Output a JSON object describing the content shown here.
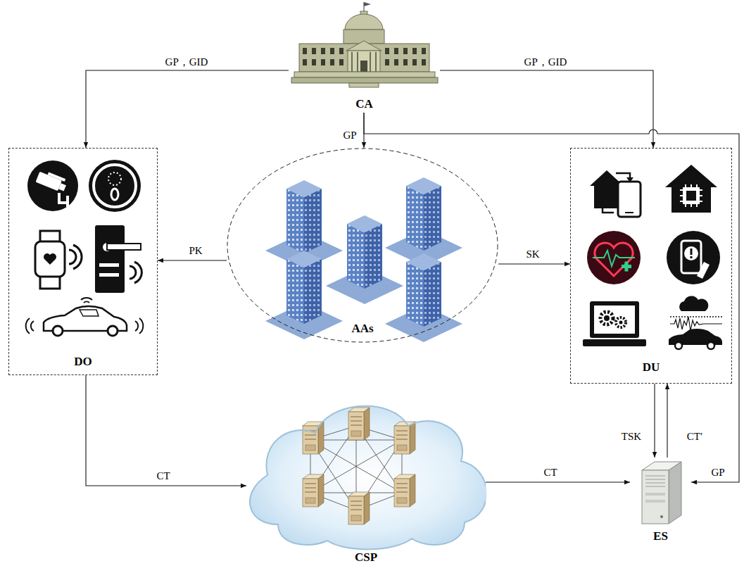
{
  "diagram": {
    "nodes": [
      {
        "text": [
          "CA"
        ]
      },
      {
        "text": [
          "DO"
        ]
      },
      {
        "text": [
          "AAs"
        ]
      },
      {
        "text": [
          "DU"
        ]
      },
      {
        "text": [
          "CSP"
        ]
      },
      {
        "text": [
          "ES"
        ]
      }
    ],
    "edges": [
      {
        "from": 0,
        "to": 1,
        "label": "GP，GID",
        "arrow": "to"
      },
      {
        "from": 0,
        "to": 3,
        "label": "GP，GID",
        "arrow": "to"
      },
      {
        "from": 0,
        "to": 2,
        "label": "GP",
        "arrow": "to"
      },
      {
        "from": 0,
        "to": 5,
        "label": "GP",
        "arrow": "to"
      },
      {
        "from": 2,
        "to": 1,
        "label": "PK",
        "arrow": "to"
      },
      {
        "from": 2,
        "to": 3,
        "label": "SK",
        "arrow": "to"
      },
      {
        "from": 1,
        "to": 4,
        "label": "CT",
        "arrow": "to"
      },
      {
        "from": 4,
        "to": 5,
        "label": "CT",
        "arrow": "to"
      },
      {
        "from": 3,
        "to": 5,
        "label": "TSK",
        "arrow": "to"
      },
      {
        "from": 5,
        "to": 3,
        "label": "CT′",
        "arrow": "to"
      }
    ]
  }
}
